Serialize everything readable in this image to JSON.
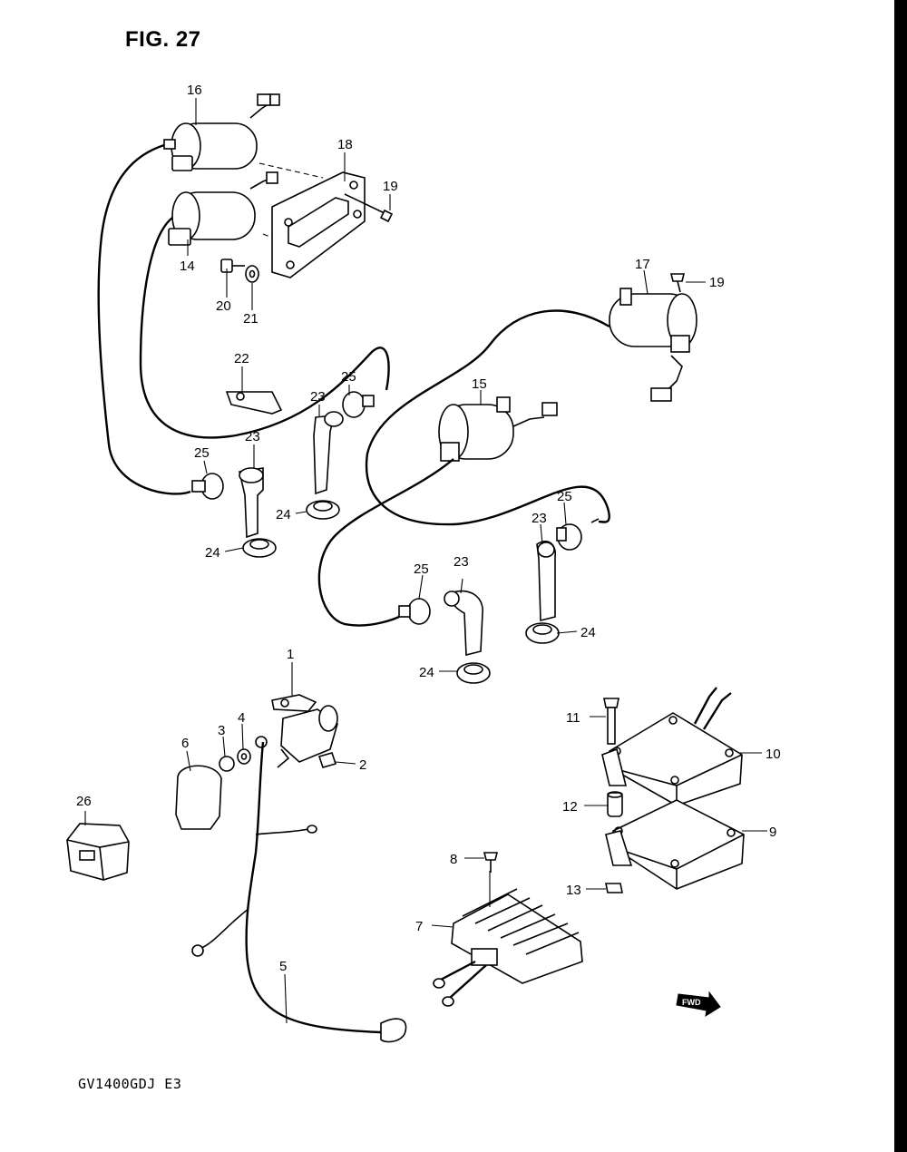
{
  "figure": {
    "title": "FIG. 27",
    "model_code": "GV1400GDJ E3",
    "fwd_label": "FWD"
  },
  "callouts": {
    "c1": "1",
    "c2": "2",
    "c3": "3",
    "c4": "4",
    "c5": "5",
    "c6": "6",
    "c7": "7",
    "c8": "8",
    "c9": "9",
    "c10": "10",
    "c11": "11",
    "c12": "12",
    "c13": "13",
    "c14": "14",
    "c15": "15",
    "c16": "16",
    "c17": "17",
    "c18": "18",
    "c19a": "19",
    "c19b": "19",
    "c20": "20",
    "c21": "21",
    "c22": "22",
    "c23a": "23",
    "c23b": "23",
    "c23c": "23",
    "c23d": "23",
    "c24a": "24",
    "c24b": "24",
    "c24c": "24",
    "c24d": "24",
    "c25a": "25",
    "c25b": "25",
    "c25c": "25",
    "c25d": "25",
    "c26": "26"
  }
}
